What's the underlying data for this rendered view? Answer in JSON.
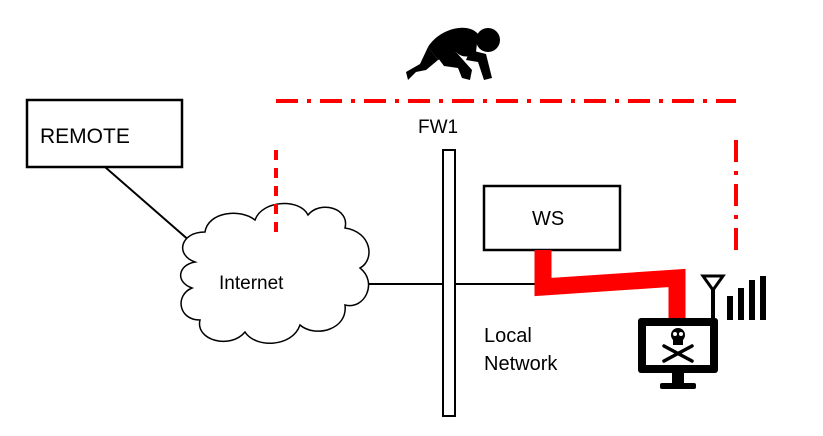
{
  "nodes": {
    "remote": {
      "label": "REMOTE"
    },
    "internet": {
      "label": "Internet"
    },
    "firewall": {
      "label": "FW1"
    },
    "workstation": {
      "label": "WS"
    },
    "local_network": {
      "line1": "Local",
      "line2": "Network"
    }
  },
  "icons": {
    "attacker": "crawling-attacker-icon",
    "compromised_device": "skull-monitor-icon",
    "wireless": "antenna-signal-icon"
  },
  "colors": {
    "attack_path": "#ff0000",
    "line": "#000000",
    "background": "#ffffff"
  }
}
